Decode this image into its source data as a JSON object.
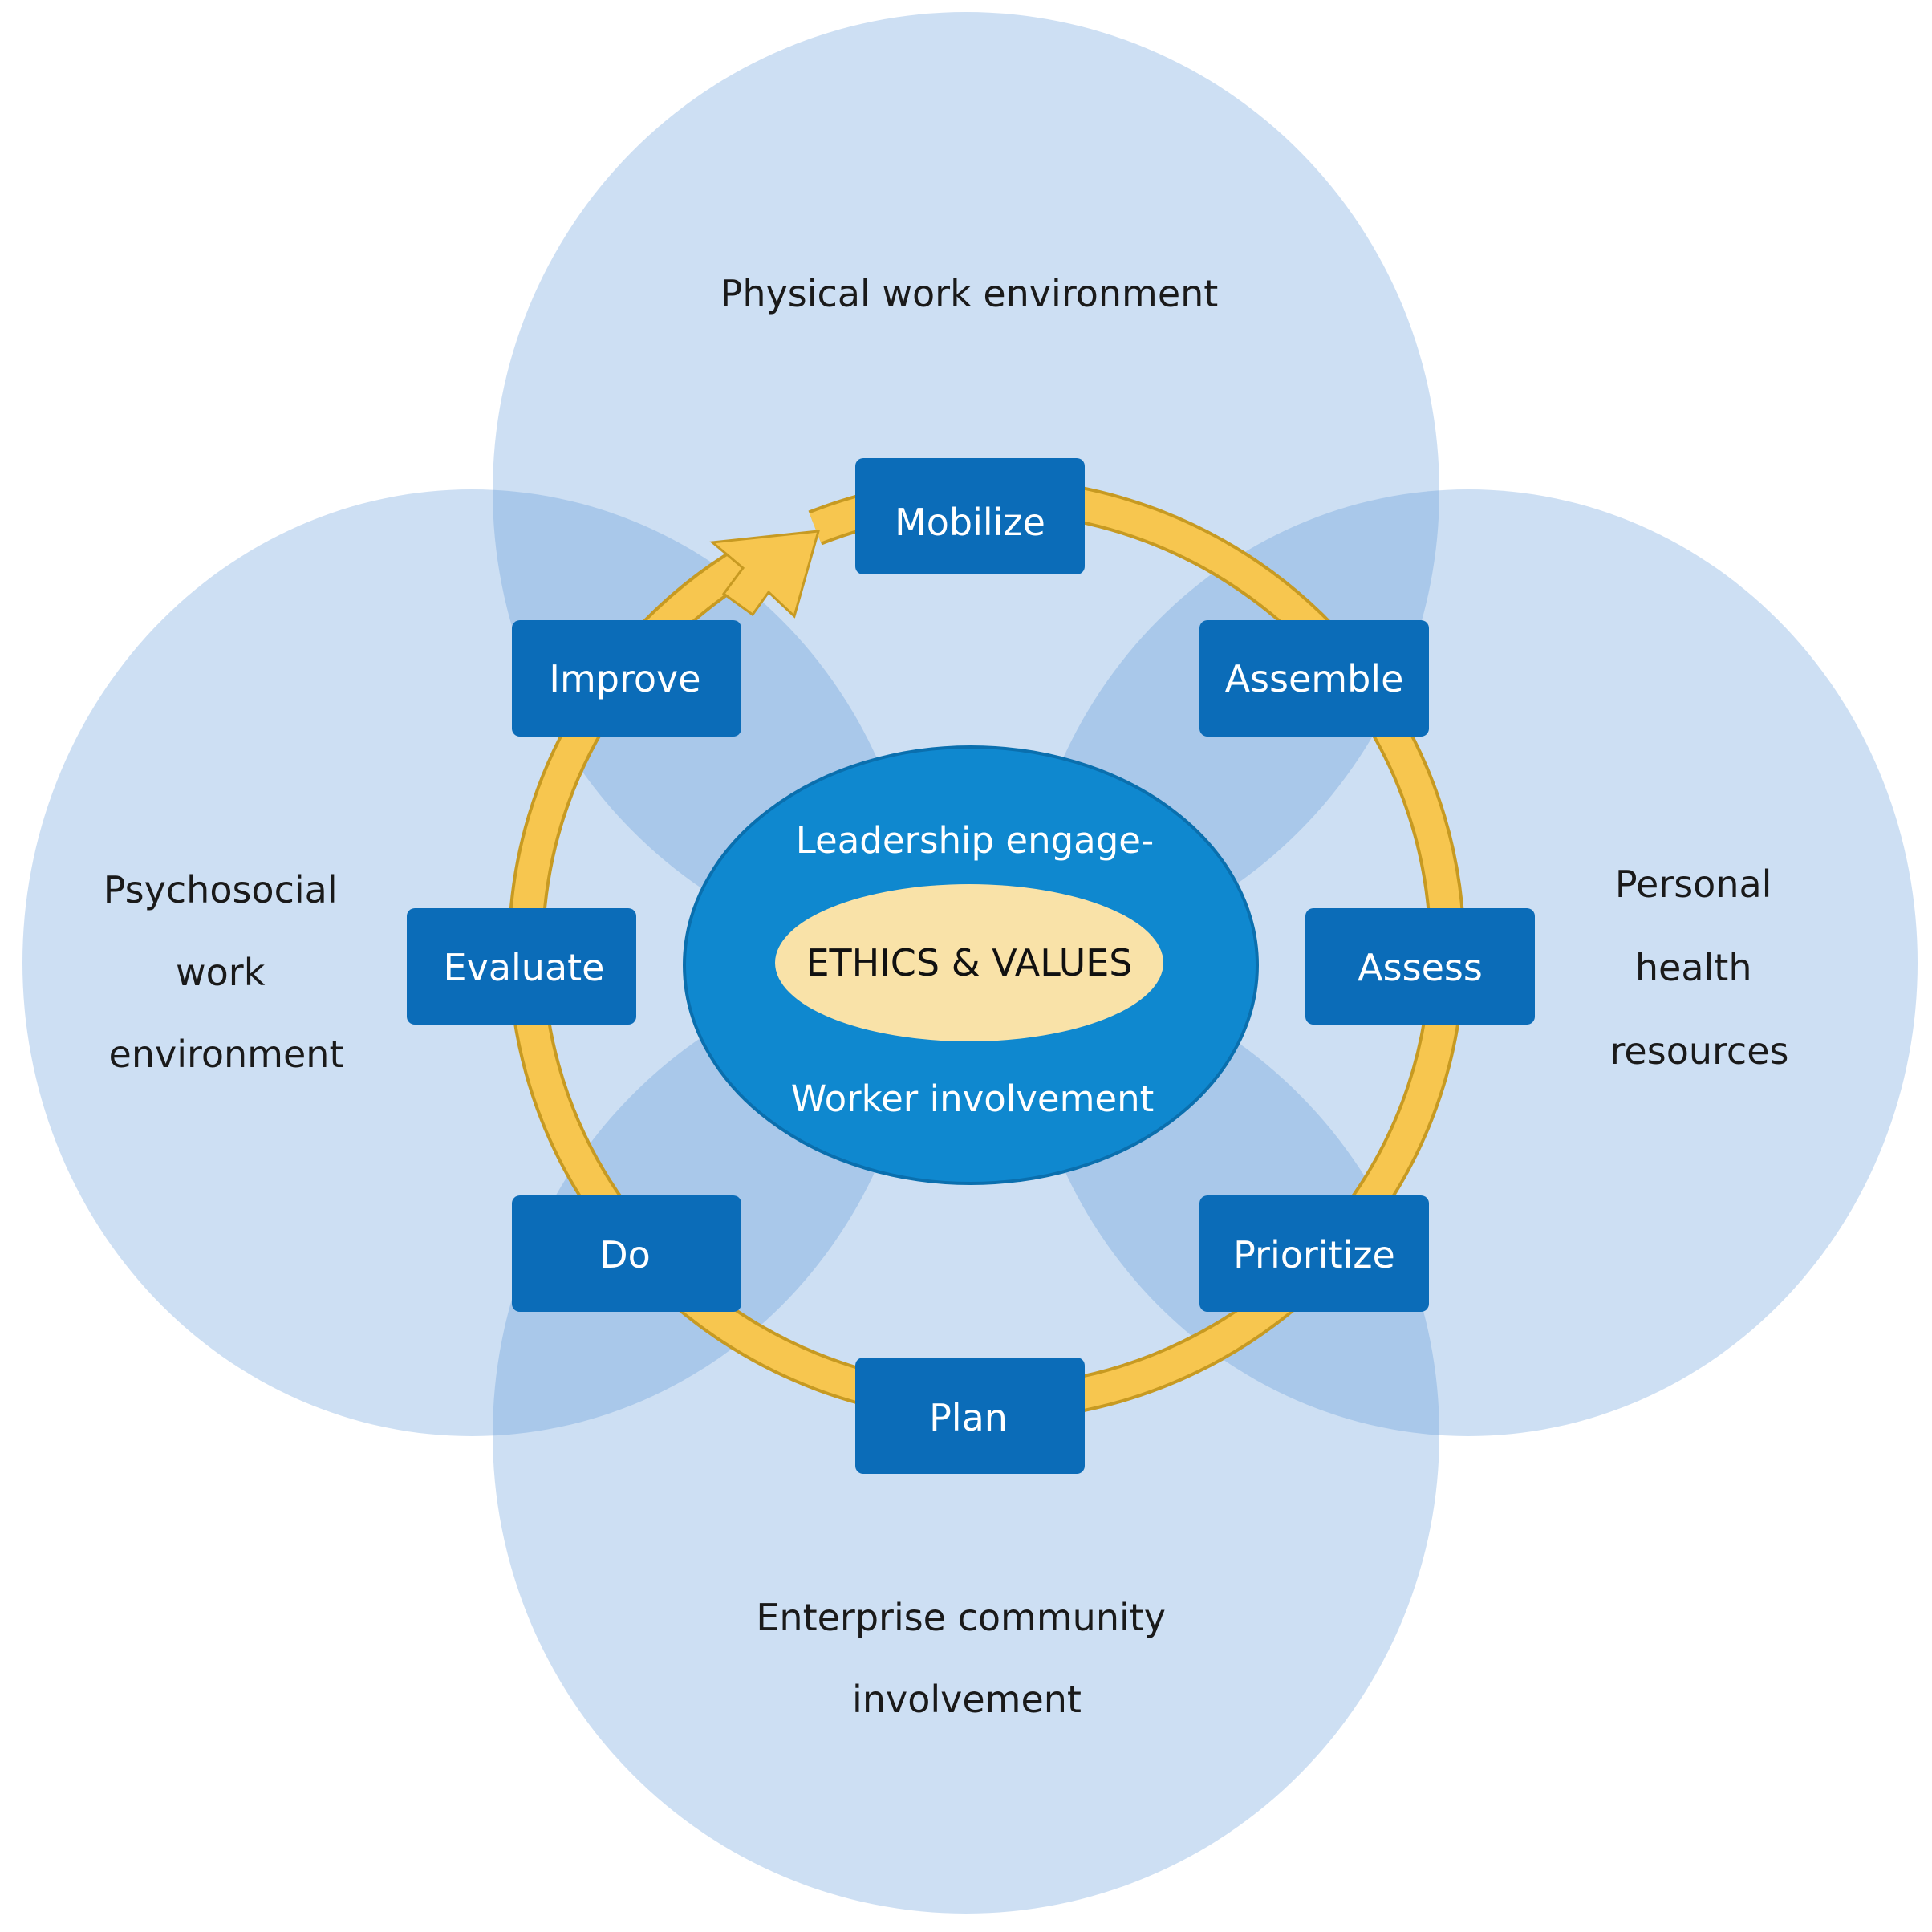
{
  "colors": {
    "domain_circle": "#c8dcf2",
    "circle_overlap": "#a9c8ea",
    "cycle_ring": "#f7c64f",
    "cycle_ring_outline": "#c79a22",
    "step_box": "#0b6cb8",
    "hub_ellipse": "#0f88cf",
    "hub_ellipse_edge": "#0a6fae",
    "core_ellipse": "#f9e2a8",
    "text_dark": "#1a1a1a",
    "text_light": "#ffffff"
  },
  "domains": {
    "top": [
      "Physical work environment"
    ],
    "left": [
      "Psychosocial",
      "work",
      "environment"
    ],
    "right": [
      "Personal",
      "health",
      "resources"
    ],
    "bottom": [
      "Enterprise community",
      "involvement"
    ]
  },
  "steps": [
    "Mobilize",
    "Assemble",
    "Assess",
    "Prioritize",
    "Plan",
    "Do",
    "Evaluate",
    "Improve"
  ],
  "hub": {
    "top_text": "Leadership engage-",
    "bottom_text": "Worker involvement"
  },
  "core": {
    "text": "ETHICS & VALUES"
  },
  "icons": {
    "cycle_arrow": "arrow-head-icon"
  }
}
